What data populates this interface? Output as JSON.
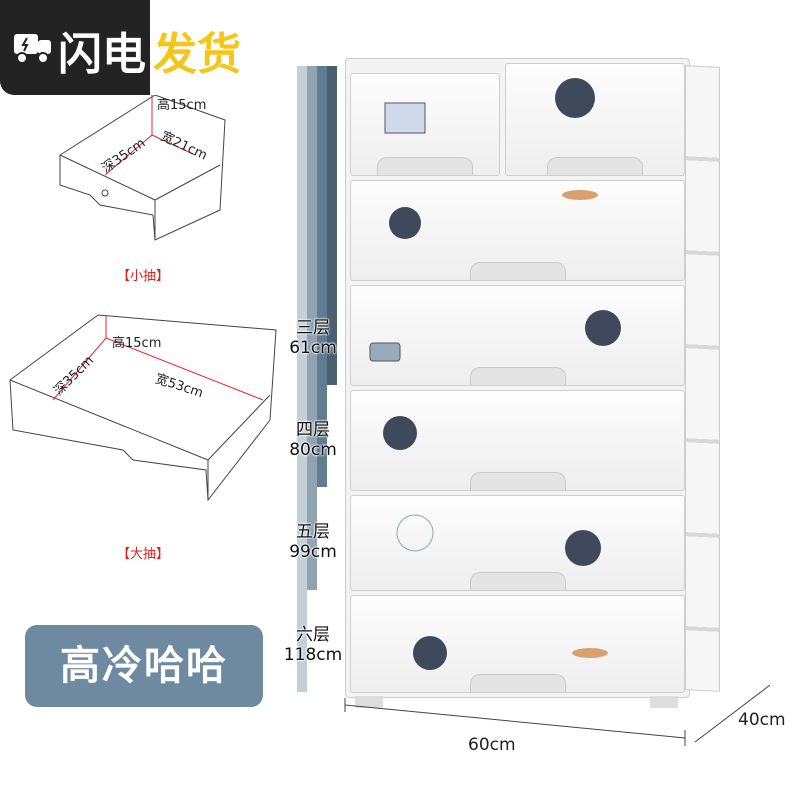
{
  "badge": {
    "icon": "delivery-truck-icon",
    "text_white": "闪电",
    "text_yellow": "发货",
    "yellow": "#f5c518"
  },
  "small_drawer": {
    "height": "高15cm",
    "depth": "深35cm",
    "width": "宽21cm",
    "caption": "【小抽】"
  },
  "large_drawer": {
    "height": "高15cm",
    "depth": "深35cm",
    "width": "宽53cm",
    "caption": "【大抽】"
  },
  "tiers": [
    {
      "layers": "三层",
      "height": "61cm",
      "color": "#4a5f72"
    },
    {
      "layers": "四层",
      "height": "80cm",
      "color": "#5f7c90"
    },
    {
      "layers": "五层",
      "height": "99cm",
      "color": "#8fa3b1"
    },
    {
      "layers": "六层",
      "height": "118cm",
      "color": "#c3d0d6"
    }
  ],
  "product": {
    "style_name": "高冷哈哈",
    "width": "60cm",
    "depth": "40cm"
  }
}
